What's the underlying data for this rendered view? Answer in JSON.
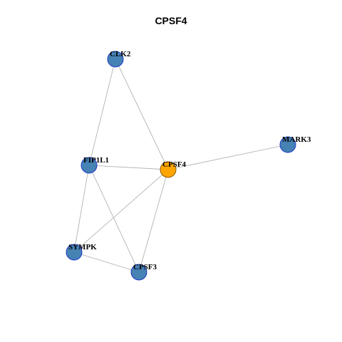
{
  "title": "CPSF4",
  "nodes": [
    {
      "id": "CLK2",
      "label": "CLK2",
      "role": "neighbor"
    },
    {
      "id": "FIP1L1",
      "label": "FIP1L1",
      "role": "neighbor"
    },
    {
      "id": "CPSF4",
      "label": "CPSF4",
      "role": "query"
    },
    {
      "id": "MARK3",
      "label": "MARK3",
      "role": "neighbor"
    },
    {
      "id": "SYMPK",
      "label": "SYMPK",
      "role": "neighbor"
    },
    {
      "id": "CPSF3",
      "label": "CPSF3",
      "role": "neighbor"
    }
  ],
  "edges": [
    {
      "source": "CLK2",
      "target": "FIP1L1"
    },
    {
      "source": "CLK2",
      "target": "CPSF4"
    },
    {
      "source": "FIP1L1",
      "target": "CPSF4"
    },
    {
      "source": "CPSF4",
      "target": "MARK3"
    },
    {
      "source": "FIP1L1",
      "target": "SYMPK"
    },
    {
      "source": "FIP1L1",
      "target": "CPSF3"
    },
    {
      "source": "CPSF4",
      "target": "SYMPK"
    },
    {
      "source": "CPSF4",
      "target": "CPSF3"
    },
    {
      "source": "SYMPK",
      "target": "CPSF3"
    }
  ],
  "colors": {
    "query_fill": "#FFA500",
    "query_stroke": "#8B5A00",
    "neighbor_fill": "#4682B4",
    "neighbor_stroke": "#1F3BC7",
    "edge": "#B4B4B4"
  }
}
